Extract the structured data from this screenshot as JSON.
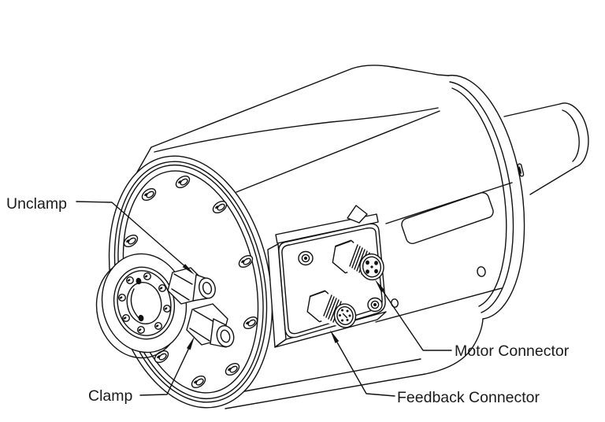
{
  "figure": {
    "background_color": "#ffffff",
    "line_color": "#111111",
    "labels": {
      "unclamp": "Unclamp",
      "clamp": "Clamp",
      "motor_connector": "Motor Connector",
      "feedback_connector": "Feedback Connector"
    }
  }
}
